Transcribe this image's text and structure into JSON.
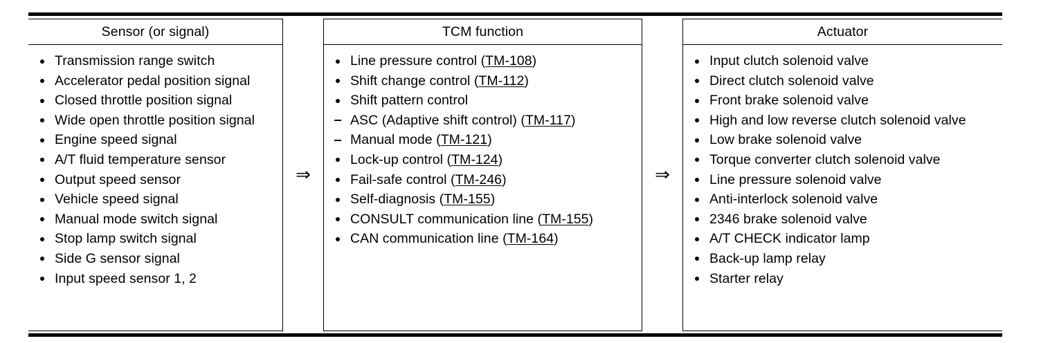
{
  "diagram": {
    "type": "flow",
    "columns": [
      {
        "id": "sensor",
        "header": "Sensor (or signal)",
        "items": [
          {
            "marker": "bullet",
            "text": "Transmission range switch"
          },
          {
            "marker": "bullet",
            "text": "Accelerator pedal position signal"
          },
          {
            "marker": "bullet",
            "text": "Closed throttle position signal"
          },
          {
            "marker": "bullet",
            "text": "Wide open throttle position signal"
          },
          {
            "marker": "bullet",
            "text": "Engine speed signal"
          },
          {
            "marker": "bullet",
            "text": "A/T fluid temperature sensor"
          },
          {
            "marker": "bullet",
            "text": "Output speed sensor"
          },
          {
            "marker": "bullet",
            "text": "Vehicle speed signal"
          },
          {
            "marker": "bullet",
            "text": "Manual mode switch signal"
          },
          {
            "marker": "bullet",
            "text": "Stop lamp switch signal"
          },
          {
            "marker": "bullet",
            "text": "Side G sensor signal"
          },
          {
            "marker": "bullet",
            "text": "Input speed sensor 1, 2"
          }
        ]
      },
      {
        "id": "tcm",
        "header": "TCM function",
        "items": [
          {
            "marker": "bullet",
            "text": "Line pressure control (",
            "ref": "TM-108",
            "suffix": ")"
          },
          {
            "marker": "bullet",
            "text": "Shift change control (",
            "ref": "TM-112",
            "suffix": ")"
          },
          {
            "marker": "bullet",
            "text": "Shift pattern control",
            "ref": "",
            "suffix": ""
          },
          {
            "marker": "dash",
            "text": "ASC (Adaptive shift control) (",
            "ref": "TM-117",
            "suffix": ")"
          },
          {
            "marker": "dash",
            "text": "Manual mode (",
            "ref": "TM-121",
            "suffix": ")"
          },
          {
            "marker": "bullet",
            "text": "Lock-up control (",
            "ref": "TM-124",
            "suffix": ")"
          },
          {
            "marker": "bullet",
            "text": "Fail-safe control (",
            "ref": "TM-246",
            "suffix": ")"
          },
          {
            "marker": "bullet",
            "text": "Self-diagnosis (",
            "ref": "TM-155",
            "suffix": ")"
          },
          {
            "marker": "bullet",
            "text": "CONSULT communication line (",
            "ref": "TM-155",
            "suffix": ")"
          },
          {
            "marker": "bullet",
            "text": "CAN communication line (",
            "ref": "TM-164",
            "suffix": ")"
          }
        ]
      },
      {
        "id": "actuator",
        "header": "Actuator",
        "items": [
          {
            "marker": "bullet",
            "text": "Input clutch solenoid valve"
          },
          {
            "marker": "bullet",
            "text": "Direct clutch solenoid valve"
          },
          {
            "marker": "bullet",
            "text": "Front brake solenoid valve"
          },
          {
            "marker": "bullet",
            "text": "High and low reverse clutch solenoid valve"
          },
          {
            "marker": "bullet",
            "text": "Low brake solenoid valve"
          },
          {
            "marker": "bullet",
            "text": "Torque converter clutch solenoid valve"
          },
          {
            "marker": "bullet",
            "text": "Line pressure solenoid valve"
          },
          {
            "marker": "bullet",
            "text": "Anti-interlock solenoid valve"
          },
          {
            "marker": "bullet",
            "text": "2346 brake solenoid valve"
          },
          {
            "marker": "bullet",
            "text": "A/T CHECK indicator lamp"
          },
          {
            "marker": "bullet",
            "text": "Back-up lamp relay"
          },
          {
            "marker": "bullet",
            "text": "Starter relay"
          }
        ]
      }
    ],
    "arrows": [
      {
        "glyph": "⇒",
        "name": "arrow-sensor-to-tcm"
      },
      {
        "glyph": "⇒",
        "name": "arrow-tcm-to-actuator"
      }
    ]
  },
  "colors": {
    "ink": "#000000",
    "paper": "#ffffff"
  }
}
